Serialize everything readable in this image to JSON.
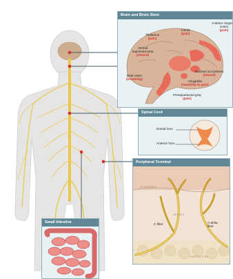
{
  "panels": {
    "brain": {
      "title": "Brain and Brain Stem",
      "labels": {
        "thalamus": {
          "name": "Thalamus",
          "role": "(pain)"
        },
        "insula": {
          "name": "Insula",
          "role": "(pain)"
        },
        "acc": {
          "name": "Anterior cingulate cortex",
          "role": "(pain)"
        },
        "vta": {
          "name": "Ventral tegmental area",
          "role": "(reward)"
        },
        "nacc": {
          "name": "Nucleus accumbens",
          "role": "(reward)"
        },
        "amygdala": {
          "name": "Amygdala",
          "role": "(reactivity to pain)"
        },
        "brainstem": {
          "name": "Brain stem",
          "role": "(breathing)"
        },
        "pag": {
          "name": "Periaqueductal gray",
          "role": "(pain)"
        }
      }
    },
    "spinal": {
      "title": "Spinal Cord",
      "labels": {
        "dorsal": "Dorsal horn",
        "anterior": "Anterior horn"
      }
    },
    "peripheral": {
      "title": "Peripheral Terminal",
      "labels": {
        "epidermis": "EPIDERMIS",
        "dermis": "DERMIS",
        "adipocytes": "ADIPOCYTES",
        "cfiber": "C fiber",
        "adelta": "A-delta fiber"
      }
    },
    "intestine": {
      "title": "Small Intestine"
    }
  },
  "colors": {
    "nerve": "#e8c84a",
    "panel_header": "#5f8796",
    "panel_bg": "#e8f1f4",
    "marker": "#d2322d",
    "body": "#e3e2e1",
    "brain": "#c9a58a",
    "highlight": "#e86a5b"
  }
}
